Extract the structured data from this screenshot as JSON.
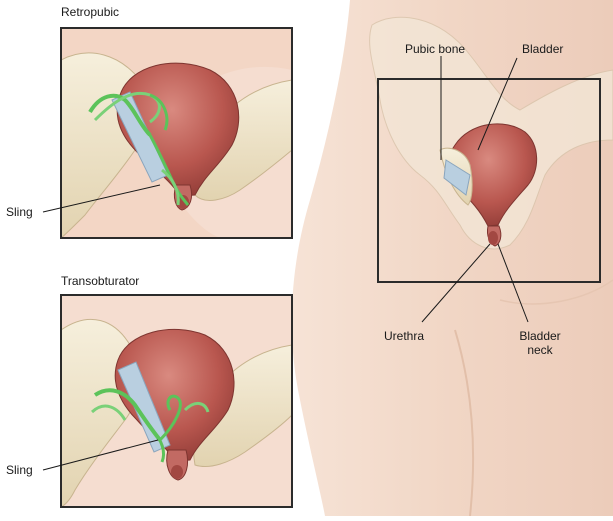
{
  "panels": {
    "top": {
      "title": "Retropubic",
      "sling_label": "Sling"
    },
    "bottom": {
      "title": "Transobturator",
      "sling_label": "Sling"
    }
  },
  "main": {
    "labels": {
      "pubic_bone": "Pubic bone",
      "bladder": "Bladder",
      "urethra": "Urethra",
      "bladder_neck_line1": "Bladder",
      "bladder_neck_line2": "neck"
    }
  },
  "colors": {
    "skin": "#f3dccd",
    "bone": "#efe4c9",
    "bladder": "#b85a55",
    "mesh": "#5cc35a",
    "sling_band": "#b9cfe0"
  }
}
